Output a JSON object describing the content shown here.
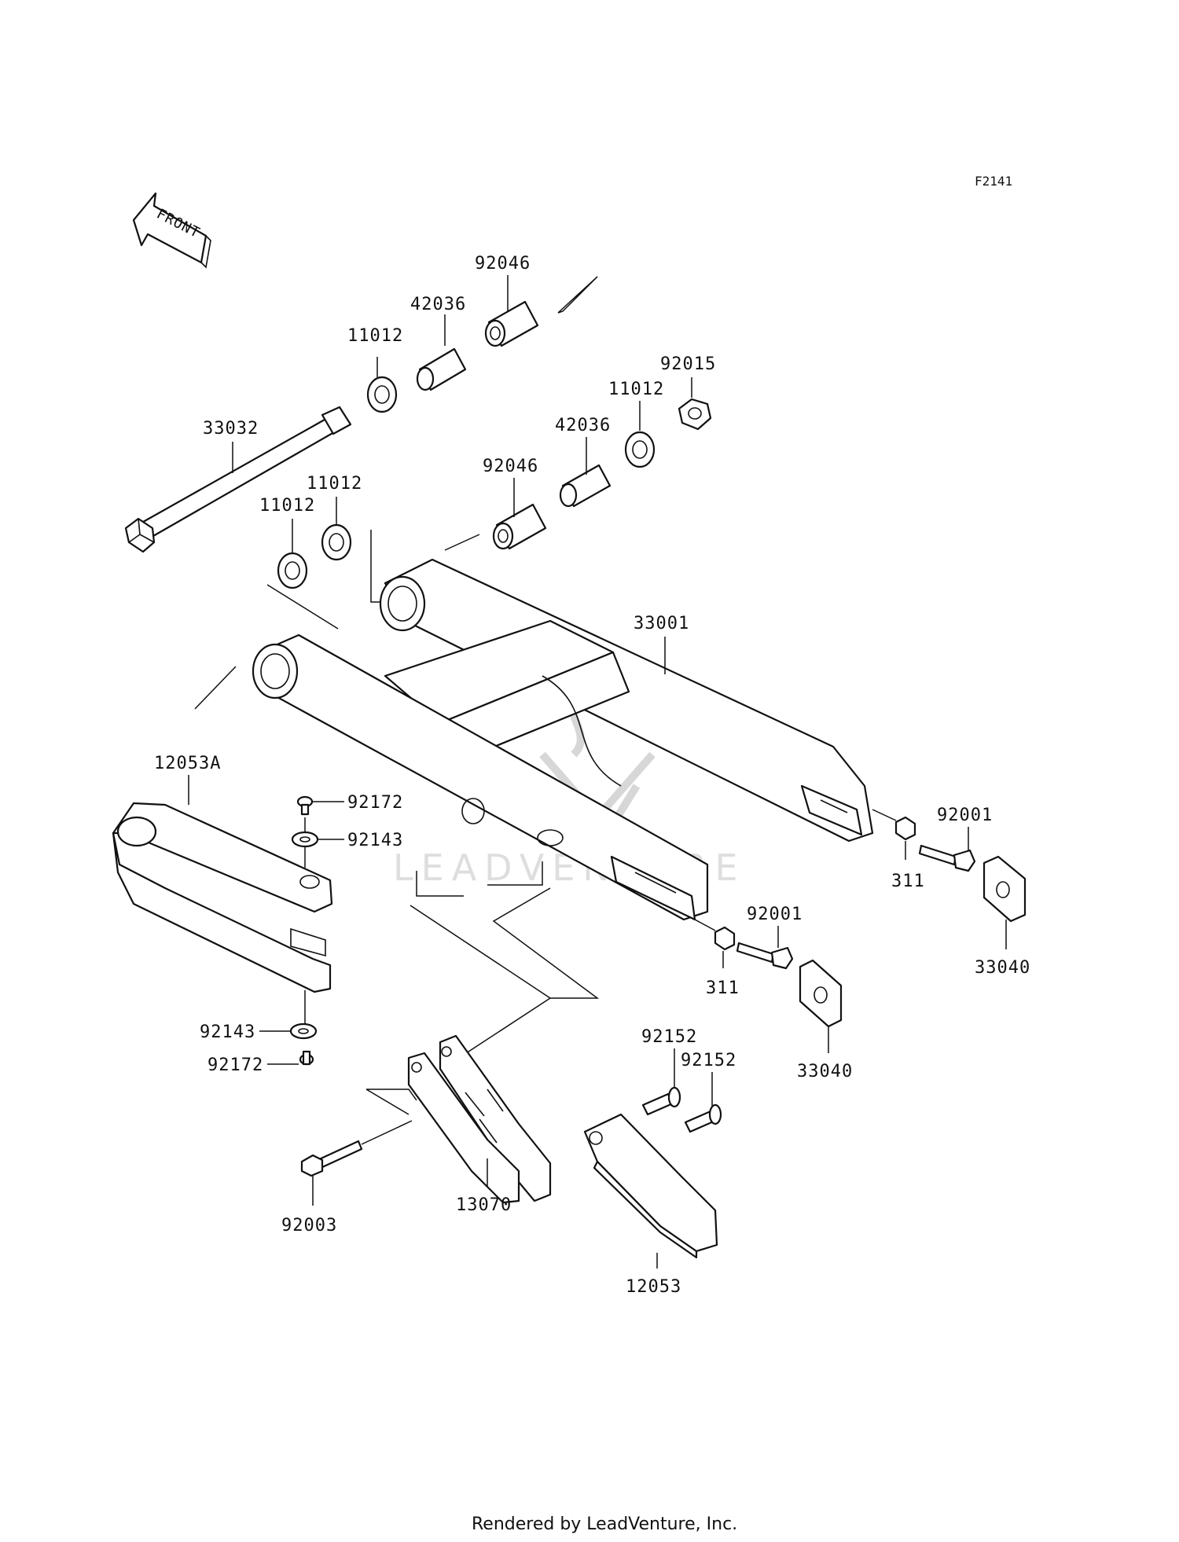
{
  "diagram": {
    "code": "F2141",
    "front_label": "FRONT",
    "credit": "Rendered by LeadVenture, Inc.",
    "watermark": "LEADVENTURE"
  },
  "labels": {
    "p92046_top": "92046",
    "p42036_top": "42036",
    "p11012_top": "11012",
    "p33032": "33032",
    "p92015": "92015",
    "p11012_right": "11012",
    "p42036_mid": "42036",
    "p92046_mid": "92046",
    "p11012_left_a": "11012",
    "p11012_left_b": "11012",
    "p33001": "33001",
    "p12053A": "12053A",
    "p92172_top": "92172",
    "p92143_top": "92143",
    "p92001_right": "92001",
    "p311_right": "311",
    "p33040_right": "33040",
    "p92001_mid": "92001",
    "p311_mid": "311",
    "p33040_mid": "33040",
    "p92143_bot": "92143",
    "p92172_bot": "92172",
    "p92152_a": "92152",
    "p92152_b": "92152",
    "p92003": "92003",
    "p13070": "13070",
    "p12053": "12053"
  }
}
